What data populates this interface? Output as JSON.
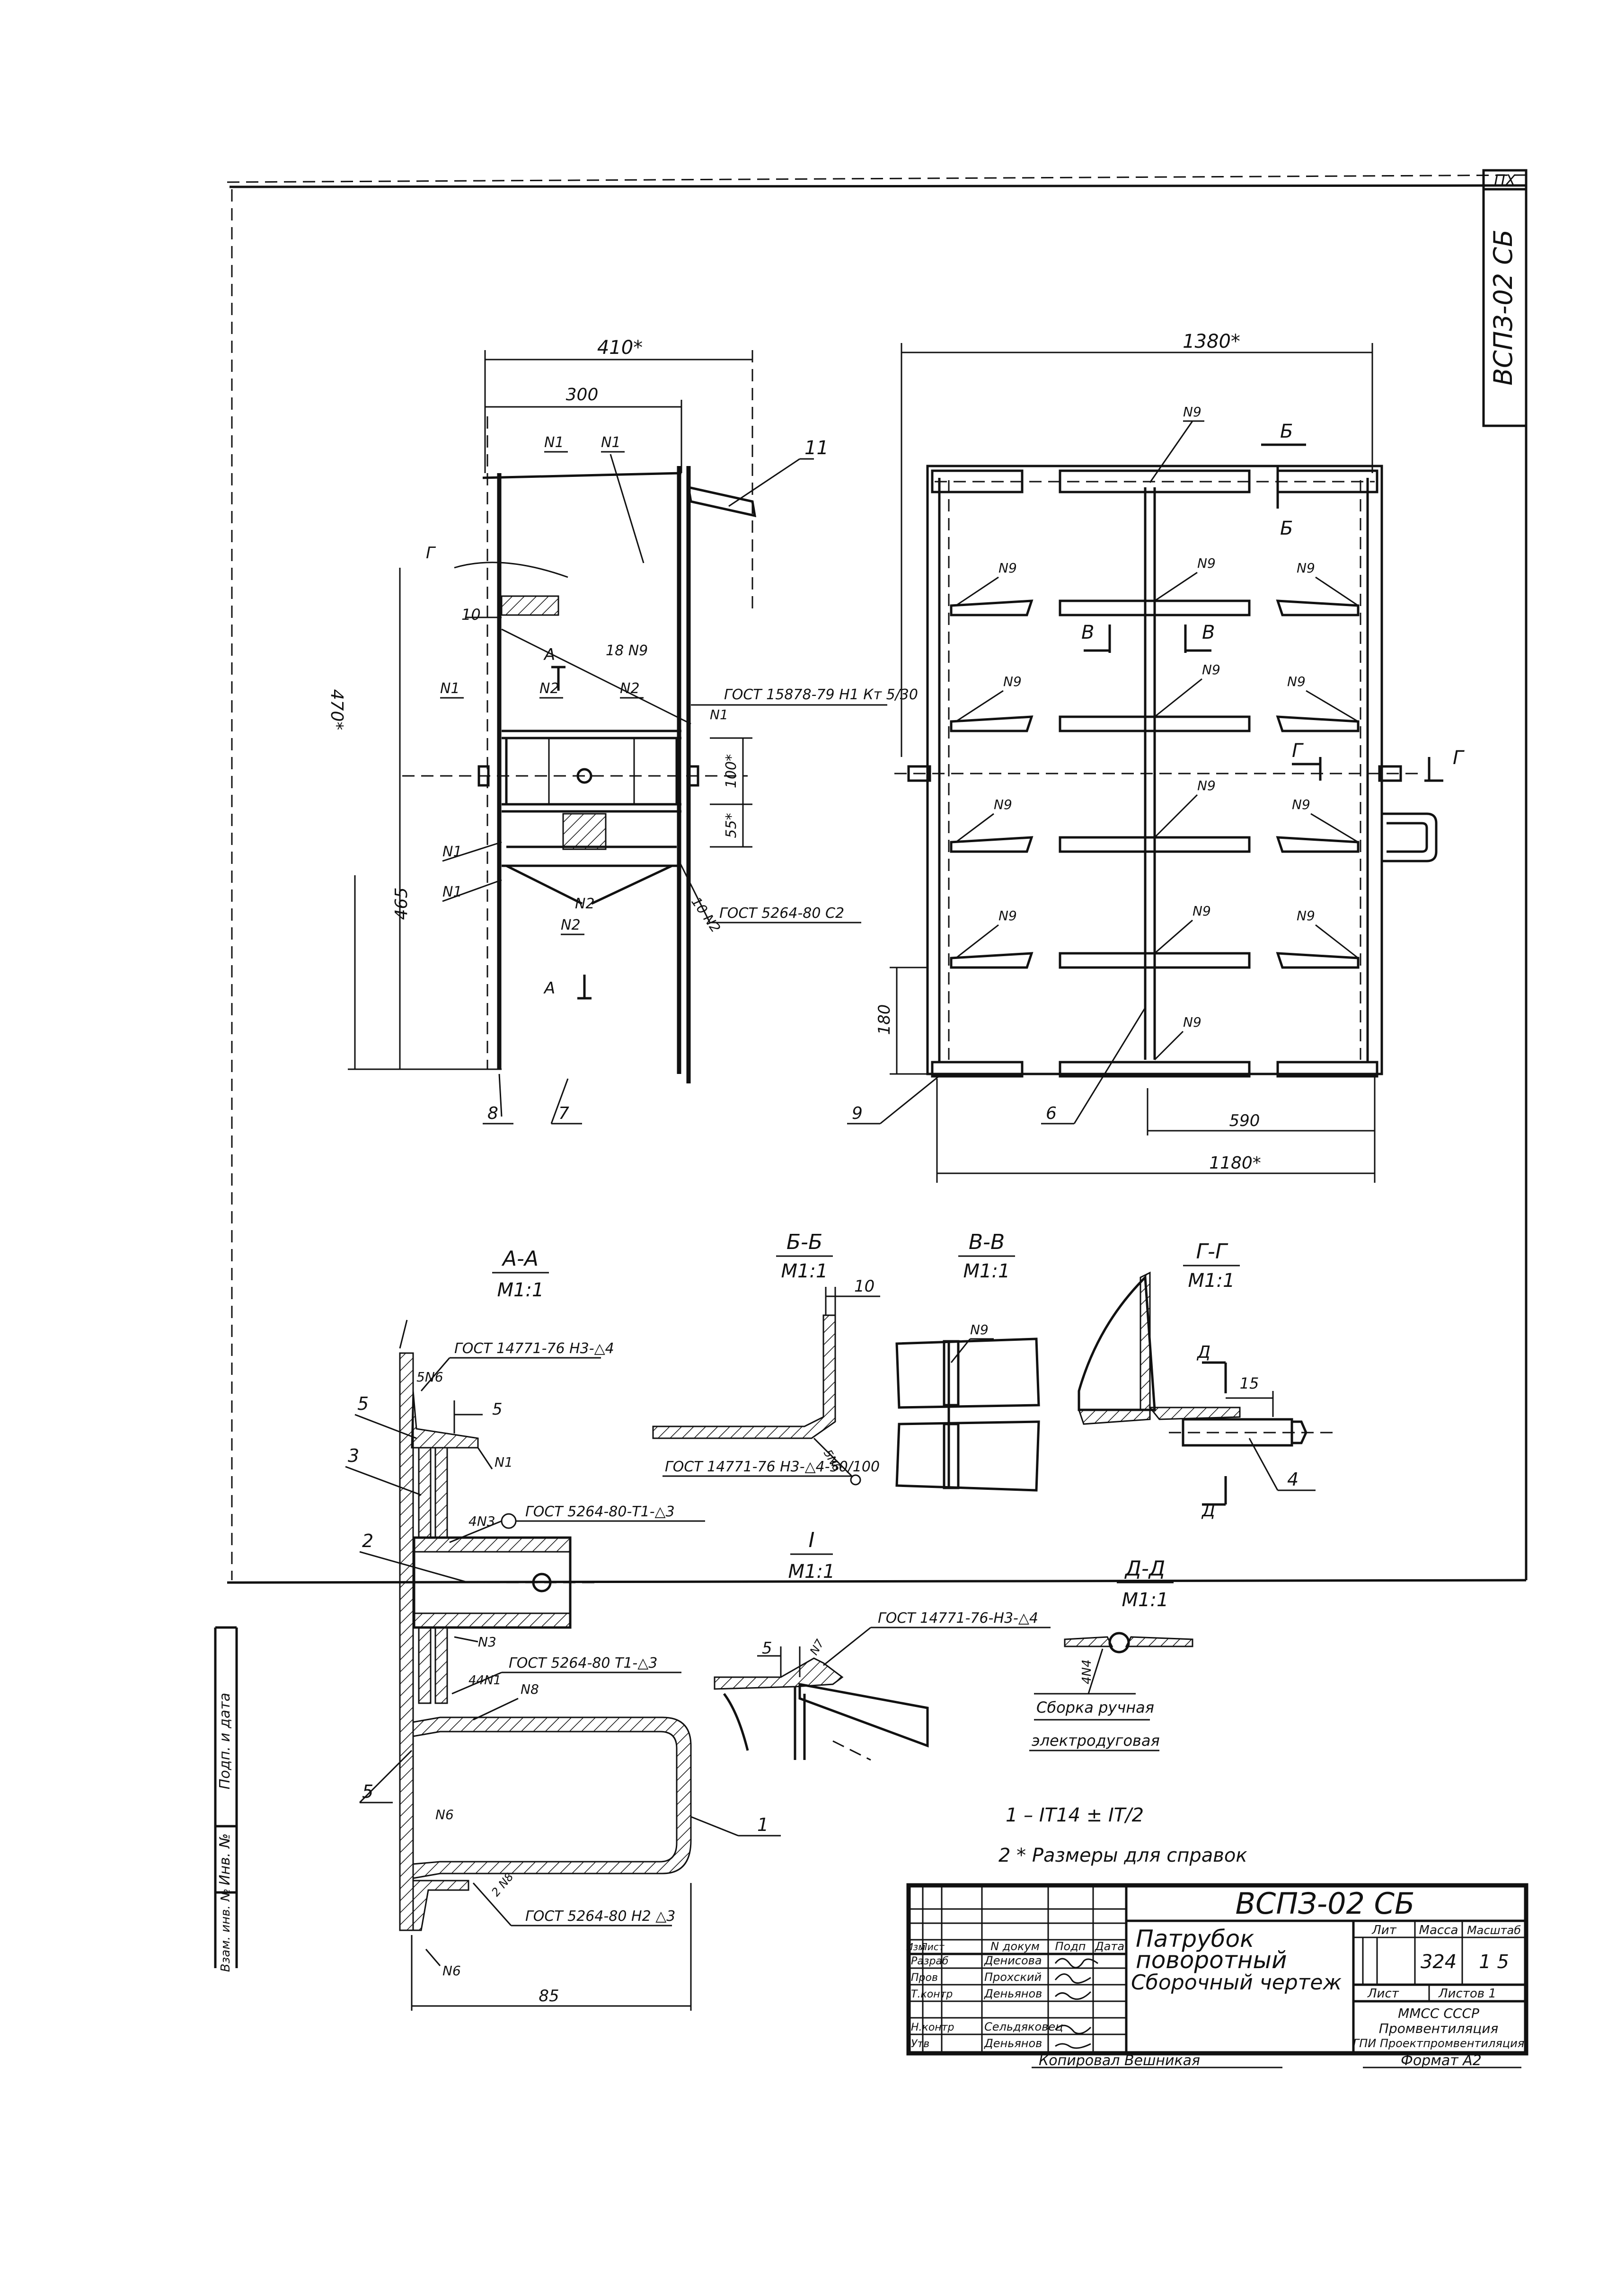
{
  "drawing_code": "ВСПЗ-02 СБ",
  "side_stamp": "ВСПЗ-02 СБ",
  "corner_mark": "ПХ",
  "title": {
    "line1": "Патрубок",
    "line2": "поворотный",
    "line3": "Сборочный чертеж"
  },
  "lit_header": "Лит",
  "mass_header": "Масса",
  "scale_header": "Масштаб",
  "mass_value": "324",
  "scale_value": "1 5",
  "sheet_label": "Лист",
  "sheets_label": "Листов 1",
  "org": {
    "line1": "ММСС СССР",
    "line2": "Промвентиляция",
    "line3": "ГПИ Проектпромвентиляция"
  },
  "rev_headers": [
    "Изм",
    "Лист",
    "N докум",
    "Подп",
    "Дата"
  ],
  "signers": [
    {
      "role": "Разраб",
      "name": "Денисова"
    },
    {
      "role": "Пров",
      "name": "Прохский"
    },
    {
      "role": "Т.контр",
      "name": "Деньянов"
    },
    {
      "role": "Н.контр",
      "name": "Сельдяковец"
    },
    {
      "role": "Утв",
      "name": "Деньянов"
    }
  ],
  "footer_copied": "Копировал  Вешникая",
  "footer_format": "Формат А2",
  "left_stamp": {
    "a": "Подп. и дата",
    "b": "Инв. №",
    "c": "Взам. инв. №"
  },
  "dims": {
    "d410": "410*",
    "d300": "300",
    "d1380": "1380*",
    "d1180": "1180*",
    "d590": "590",
    "d180": "180",
    "d100": "100*",
    "d55": "55*",
    "d10": "10",
    "d470": "470*",
    "d465": "465",
    "d85": "85",
    "d15": "15",
    "d5": "5",
    "d5b": "5"
  },
  "sections": {
    "aa": "А-А",
    "aa_scale": "М1:1",
    "bb": "Б-Б",
    "bb_scale": "М1:1",
    "vv": "В-В",
    "vv_scale": "М1:1",
    "gg": "Г-Г",
    "gg_scale": "М1:1",
    "one": "I",
    "one_scale": "М1:1",
    "dd": "Д-Д",
    "dd_scale": "М1:1"
  },
  "cut_marks": {
    "a1": "А",
    "a2": "А",
    "b1": "Б",
    "b2": "Б",
    "v1": "В",
    "v2": "В",
    "g1": "Г",
    "g2": "Г",
    "d1": "Д",
    "d2": "Д",
    "I": "I"
  },
  "welds": {
    "w1": "ГОСТ 15878-79 Н1 Кт 5/30",
    "w2": "ГОСТ 5264-80 С2",
    "w3": "ГОСТ 14771-76 Н3-△4",
    "w4": "ГОСТ 5264-80-Т1-△3",
    "w5": "ГОСТ 5264-80 Т1-△3",
    "w6": "ГОСТ 5264-80 Н2 △3",
    "w7": "ГОСТ 14771-76 Н3-△4-50/100",
    "w8": "ГОСТ 14771-76-Н3-△4"
  },
  "n_labels": {
    "n1": "N1",
    "n2": "N2",
    "n3": "N3",
    "n6": "N6",
    "n7": "N7",
    "n8": "N8",
    "n9": "N9",
    "n18": "18 N9",
    "n10": "10 N2",
    "n4": "4N3",
    "n44": "44N1",
    "n5": "5N6",
    "n28": "2 N8"
  },
  "parts": {
    "p1": "1",
    "p2": "2",
    "p3": "3",
    "p4": "4",
    "p5": "5",
    "p6": "6",
    "p7": "7",
    "p8": "8",
    "p9": "9",
    "p11": "11"
  },
  "notes": {
    "n1": "1 – IT14    ± IT/2",
    "n2": "2 * Размеры для справок"
  },
  "dd_note": {
    "l1": "Сборка ручная",
    "l2": "электродуговая"
  },
  "leg_44": "4N4"
}
